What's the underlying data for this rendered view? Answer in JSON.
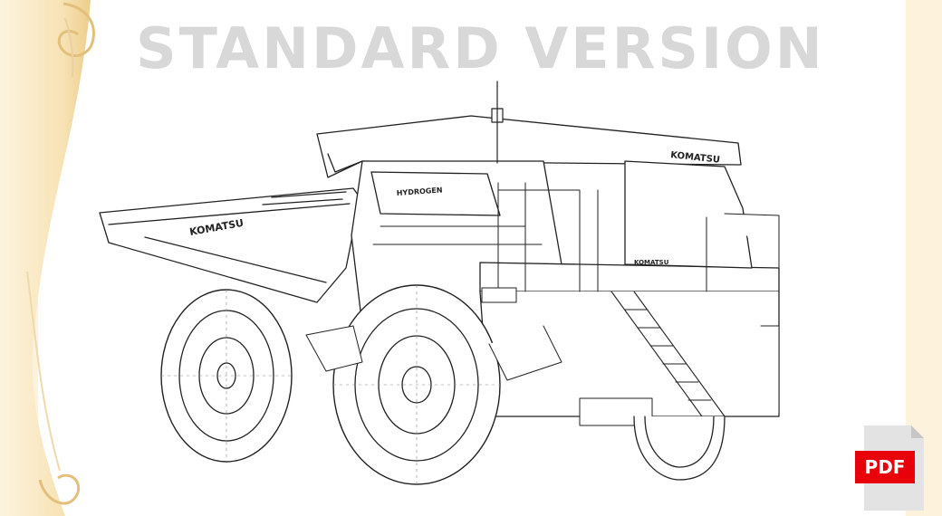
{
  "heading": "STANDARD VERSION",
  "truck": {
    "brand_front": "KOMATSU",
    "brand_side": "KOMATSU",
    "brand_canopy": "KOMATSU",
    "cab_label": "HYDROGEN"
  },
  "pdf_button": {
    "label": "PDF"
  },
  "colors": {
    "heading": "#d8d8d8",
    "pdf_badge": "#e8000b",
    "scroll_paper": "#fbe9c2",
    "background": "#ffffff"
  }
}
